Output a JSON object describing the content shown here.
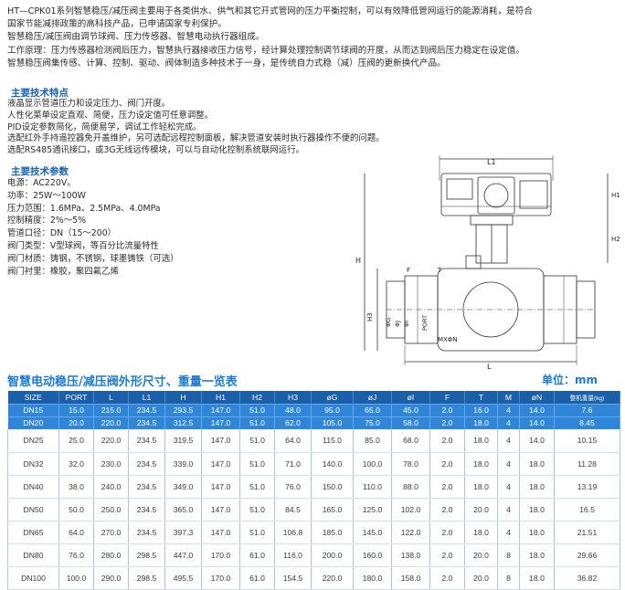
{
  "intro_lines": [
    "HT—CPK01系列智慧稳压/减压阀主要用于各类供水、供气和其它开式管网的压力平衡控制，可以有效降低管网运行的能源消耗，是符合",
    "国家节能减排政策的高科技产品，已申请国家专利保护。",
    "智慧稳压/减压阀由调节球阀、压力传感器、智慧电动执行器组成。",
    "工作原理：压力传感器检测阀后压力，智慧执行器接收压力信号，经计算处理控制调节球阀的开度，从而达到阀后压力稳定在设定值。",
    "智慧稳压阀集传感、计算、控制、驱动、阀体制造多种技术于一身，是传统自力式稳（减）压阀的更新换代产品。"
  ],
  "features": {
    "title": "主要技术特点",
    "lines": [
      "液晶显示管道压力和设定压力、阀门开度。",
      "人性化菜单设定直观、简便，压力设定值可任意调整。",
      "PID设定参数简化，简便易学，调试工作轻松完成。",
      "选配红外手持遥控器免开盖维护，另可选配远程控制面板，解决管道安装时执行器操作不便的问题。",
      "选配RS485通讯接口，或3G无线远传模块，可以与自动化控制系统联网运行。"
    ]
  },
  "params": {
    "title": "主要技术参数",
    "lines": [
      "电源：AC220V。",
      "功率：25W～100W",
      "压力范围：1.6MPa、2.5MPa、4.0MPa",
      "控制精度：2%～5%",
      "管道口径：DN（15～200）",
      "阀门类型：V型球阀，等百分比流量特性",
      "阀门材质：铸钢，不锈钢，球墨铸铁（可选）",
      "阀门衬里：橡胶，聚四氟乙烯"
    ]
  },
  "drawing_labels": {
    "l1": "L1",
    "h": "H",
    "h1": "H1",
    "h2": "H2",
    "h3": "H3",
    "og": "ΦG",
    "oj": "ΦJ",
    "oi": "ΦI",
    "port": "PORT",
    "t": "T",
    "f": "F",
    "mxon": "MXΦN",
    "l": "L"
  },
  "table": {
    "title": "智慧电动稳压/减压阀外形尺寸、重量一览表",
    "unit": "单位：mm",
    "headers": [
      "SIZE",
      "PORT",
      "L",
      "L1",
      "H",
      "H1",
      "H2",
      "H3",
      "øG",
      "øJ",
      "øI",
      "F",
      "T",
      "M",
      "øN",
      "整机重量(kg)"
    ],
    "rows": [
      [
        "DN15",
        "15.0",
        "215.0",
        "234.5",
        "293.5",
        "147.0",
        "51.0",
        "48.0",
        "95.0",
        "65.0",
        "45.0",
        "2.0",
        "16.0",
        "4",
        "14.0",
        "7.6"
      ],
      [
        "DN20",
        "20.0",
        "220.0",
        "234.5",
        "312.5",
        "147.0",
        "51.0",
        "62.0",
        "105.0",
        "75.0",
        "58.0",
        "2.0",
        "18.0",
        "4",
        "14.0",
        "8.45"
      ],
      [
        "DN25",
        "25.0",
        "220.0",
        "234.5",
        "319.5",
        "147.0",
        "51.0",
        "64.0",
        "115.0",
        "85.0",
        "68.0",
        "2.0",
        "18.0",
        "4",
        "14.0",
        "10.15"
      ],
      [
        "DN32",
        "32.0",
        "230.0",
        "234.5",
        "339.0",
        "147.0",
        "51.0",
        "71.0",
        "140.0",
        "100.0",
        "78.0",
        "2.0",
        "18.0",
        "4",
        "18.0",
        "11.28"
      ],
      [
        "DN40",
        "38.0",
        "240.0",
        "234.5",
        "349.0",
        "147.0",
        "51.0",
        "76.0",
        "150.0",
        "110.0",
        "88.0",
        "2.0",
        "18.0",
        "4",
        "18.0",
        "13.19"
      ],
      [
        "DN50",
        "50.0",
        "250.0",
        "234.5",
        "365.0",
        "147.0",
        "51.0",
        "84.5",
        "165.0",
        "125.0",
        "102.0",
        "2.0",
        "20.0",
        "4",
        "18.0",
        "16.5"
      ],
      [
        "DN65",
        "64.0",
        "270.0",
        "234.5",
        "397.3",
        "147.0",
        "51.0",
        "106.8",
        "185.0",
        "145.0",
        "122.0",
        "2.0",
        "18.0",
        "4",
        "18.0",
        "21.51"
      ],
      [
        "DN80",
        "76.0",
        "280.0",
        "298.5",
        "447.0",
        "170.0",
        "61.0",
        "116.0",
        "200.0",
        "160.0",
        "138.0",
        "2.0",
        "20.0",
        "8",
        "18.0",
        "29.66"
      ],
      [
        "DN100",
        "100.0",
        "290.0",
        "298.5",
        "495.5",
        "170.0",
        "61.0",
        "154.5",
        "220.0",
        "180.0",
        "158.0",
        "2.0",
        "20.0",
        "8",
        "18.0",
        "36.82"
      ]
    ]
  }
}
